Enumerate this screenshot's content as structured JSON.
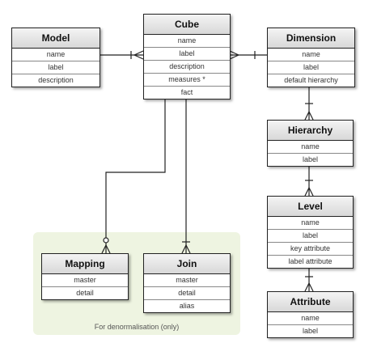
{
  "group": {
    "label": "For denormalisation (only)"
  },
  "entities": {
    "model": {
      "title": "Model",
      "attributes": [
        "name",
        "label",
        "description"
      ]
    },
    "cube": {
      "title": "Cube",
      "attributes": [
        "name",
        "label",
        "description",
        "measures *",
        "fact"
      ]
    },
    "dimension": {
      "title": "Dimension",
      "attributes": [
        "name",
        "label",
        "default hierarchy"
      ]
    },
    "hierarchy": {
      "title": "Hierarchy",
      "attributes": [
        "name",
        "label"
      ]
    },
    "level": {
      "title": "Level",
      "attributes": [
        "name",
        "label",
        "key attribute",
        "label attribute"
      ]
    },
    "attribute": {
      "title": "Attribute",
      "attributes": [
        "name",
        "label"
      ]
    },
    "mapping": {
      "title": "Mapping",
      "attributes": [
        "master",
        "detail"
      ]
    },
    "join": {
      "title": "Join",
      "attributes": [
        "master",
        "detail",
        "alias"
      ]
    }
  }
}
